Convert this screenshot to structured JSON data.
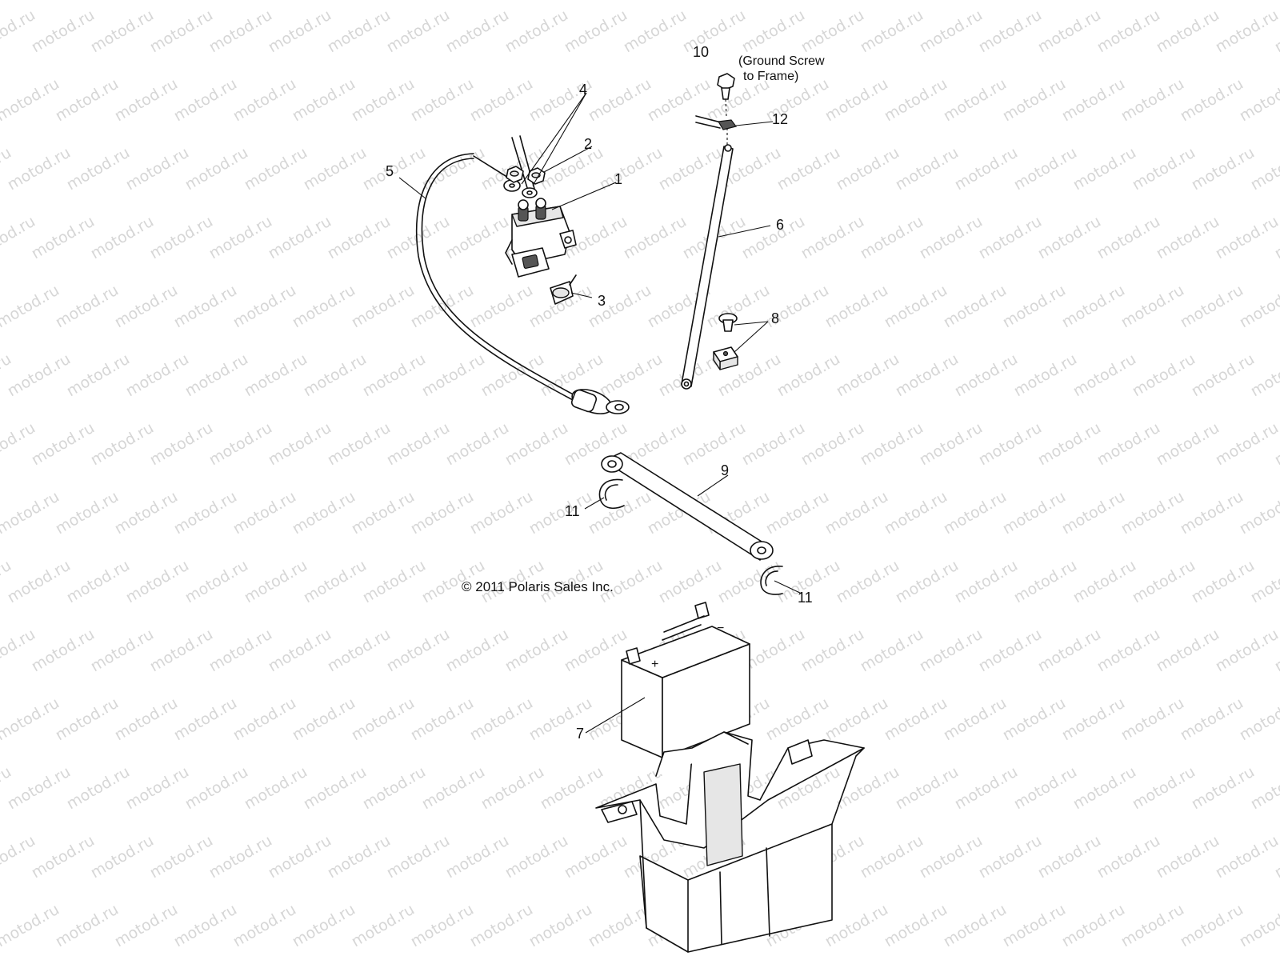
{
  "watermark": {
    "text": "motod.ru",
    "color": "#b5b5b5"
  },
  "copyright": "© 2011 Polaris Sales Inc.",
  "note": {
    "line1": "(Ground Screw",
    "line2": "to Frame)"
  },
  "callouts": {
    "c1": "1",
    "c2": "2",
    "c3": "3",
    "c4": "4",
    "c5": "5",
    "c6": "6",
    "c7": "7",
    "c8": "8",
    "c9": "9",
    "c10": "10",
    "c11a": "11",
    "c11b": "11",
    "c12": "12"
  },
  "parts": {
    "solenoid": "starter-solenoid",
    "nut": "terminal-nut",
    "screw": "mounting-screw",
    "cable_pos": "positive-cable",
    "cable_neg": "negative-cable",
    "ground_cable": "ground-cable",
    "battery": "battery",
    "fastener": "push-fastener-and-clip",
    "hold_down": "battery-hold-down-strap",
    "ground_screw": "ground-screw",
    "clip": "retaining-clip",
    "washer": "star-washer",
    "battery_box": "battery-box"
  },
  "battery_marks": {
    "plus": "+",
    "minus": "−"
  },
  "colors": {
    "line": "#111111",
    "fill": "#ffffff"
  }
}
